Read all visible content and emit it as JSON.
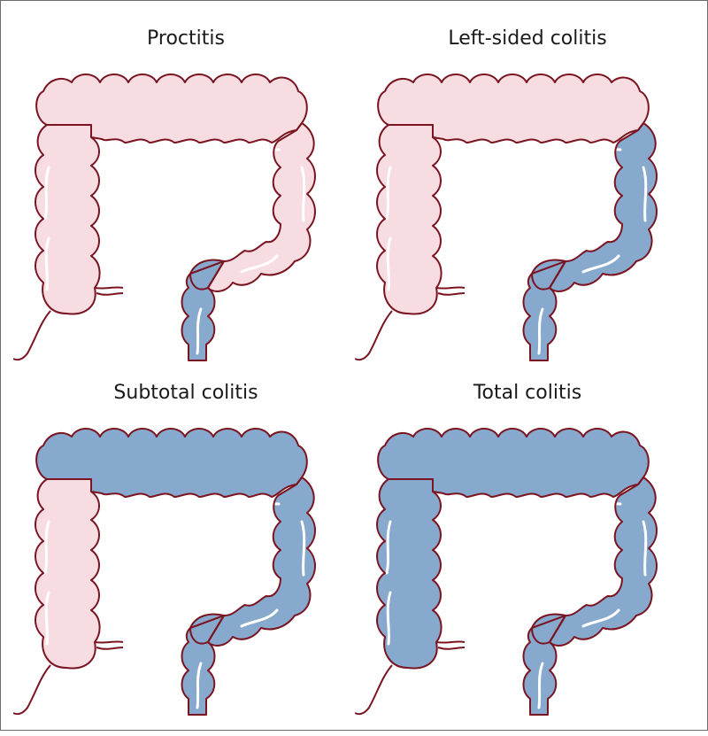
{
  "panels": [
    {
      "title": "Proctitis",
      "extent": "rectum"
    },
    {
      "title": "Left-sided colitis",
      "extent": "left"
    },
    {
      "title": "Subtotal colitis",
      "extent": "subtotal"
    },
    {
      "title": "Total colitis",
      "extent": "total"
    }
  ],
  "colors": {
    "healthy": "#f7dde1",
    "inflamed": "#87a9cd",
    "outline": "#7a1420",
    "highlight": "#ffffff"
  }
}
